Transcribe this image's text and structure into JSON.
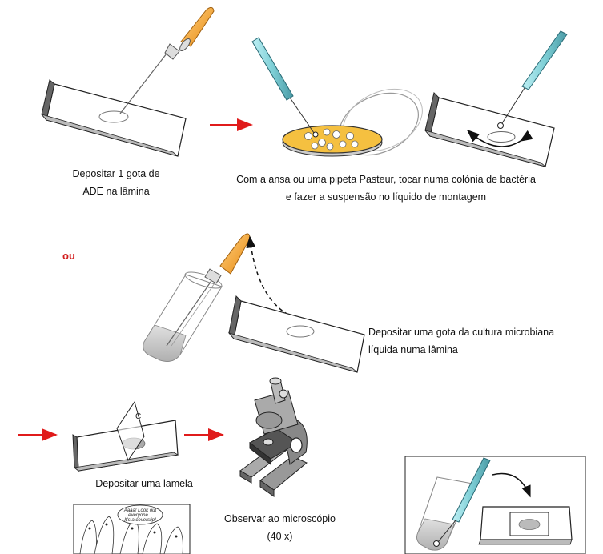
{
  "captions": {
    "step1_line1": "Depositar 1 gota de",
    "step1_line2": "ADE na lâmina",
    "step2_line1": "Com a ansa ou uma pipeta Pasteur, tocar numa colónia de bactéria",
    "step2_line2": "e fazer a suspensão no líquido de montagem",
    "alt_label": "ou",
    "alt_line1": "Depositar uma gota da cultura microbiana",
    "alt_line2": "líquida numa lâmina",
    "lamela": "Depositar uma lamela",
    "micro_line1": "Observar ao microscópio",
    "micro_line2": "(40 x)"
  },
  "cartoon": {
    "bubble_line1": "Aaaa! Look out",
    "bubble_line2": "everyone...",
    "bubble_line3": "It's a coverslip!"
  },
  "coverslip_letter": "C",
  "colors": {
    "arrow_red": "#e01b1b",
    "pipette_orange": "#f5a030",
    "loop_cyan": "#7ecfd6",
    "agar_yellow": "#f5c040",
    "text_red": "#d21b1b"
  }
}
